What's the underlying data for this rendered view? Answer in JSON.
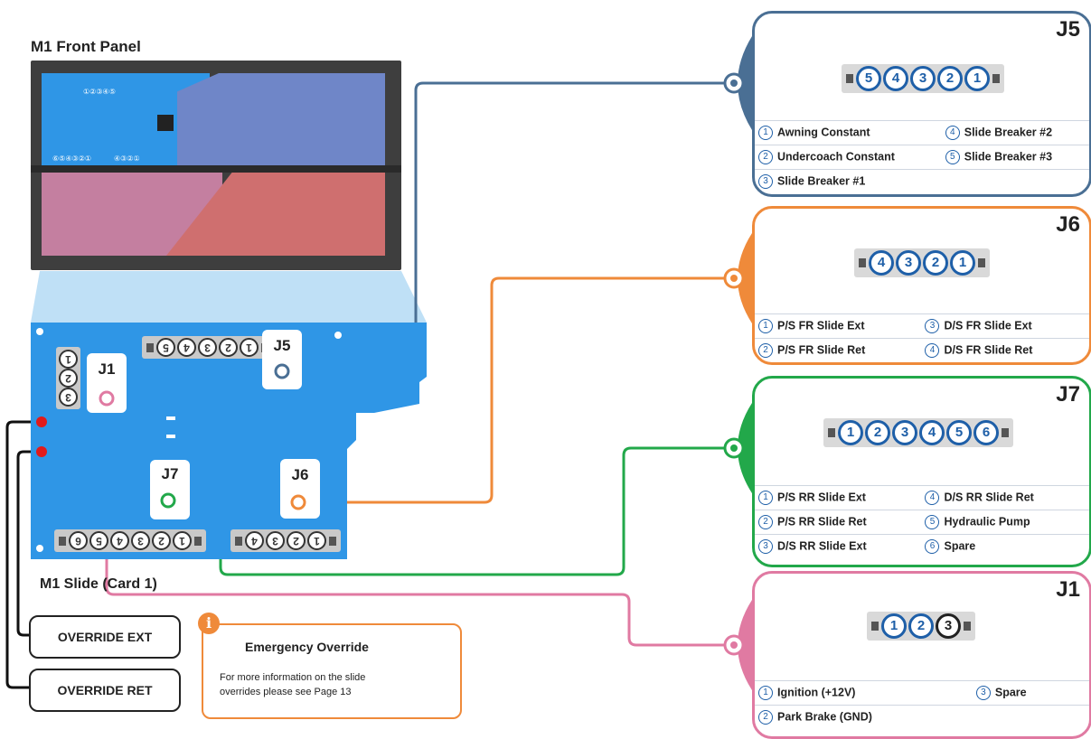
{
  "front_panel": {
    "title": "M1 Front Panel",
    "strip_a": "①②③④⑤",
    "strip_b": "⑥⑤④③②①",
    "strip_c": "④③②①"
  },
  "slide_card": {
    "title": "M1 Slide (Card 1)",
    "onboard": {
      "j5_pins": [
        "5",
        "4",
        "3",
        "2",
        "1"
      ],
      "j1_pins": [
        "1",
        "2",
        "3"
      ],
      "j7_pins": [
        "6",
        "5",
        "4",
        "3",
        "2",
        "1"
      ],
      "j6_pins": [
        "4",
        "3",
        "2",
        "1"
      ]
    },
    "labels": {
      "j1": "J1",
      "j5": "J5",
      "j7": "J7",
      "j6": "J6"
    }
  },
  "panels": {
    "j5": {
      "title": "J5",
      "pins": [
        "5",
        "4",
        "3",
        "2",
        "1"
      ],
      "rows": [
        [
          "1",
          "Awning Constant",
          "4",
          "Slide Breaker #2"
        ],
        [
          "2",
          "Undercoach Constant",
          "5",
          "Slide Breaker #3"
        ],
        [
          "3",
          "Slide Breaker #1",
          "",
          ""
        ]
      ]
    },
    "j6": {
      "title": "J6",
      "pins": [
        "4",
        "3",
        "2",
        "1"
      ],
      "rows": [
        [
          "1",
          "P/S FR Slide Ext",
          "3",
          "D/S FR Slide Ext"
        ],
        [
          "2",
          "P/S FR Slide Ret",
          "4",
          "D/S FR Slide Ret"
        ]
      ]
    },
    "j7": {
      "title": "J7",
      "pins": [
        "1",
        "2",
        "3",
        "4",
        "5",
        "6"
      ],
      "rows": [
        [
          "1",
          "P/S RR Slide Ext",
          "4",
          "D/S RR Slide Ret"
        ],
        [
          "2",
          "P/S RR Slide Ret",
          "5",
          "Hydraulic Pump"
        ],
        [
          "3",
          "D/S RR Slide Ext",
          "6",
          "Spare"
        ]
      ]
    },
    "j1": {
      "title": "J1",
      "pins": [
        "1",
        "2",
        "3"
      ],
      "rows": [
        [
          "1",
          "Ignition (+12V)",
          "3",
          "Spare"
        ],
        [
          "2",
          "Park Brake (GND)",
          "",
          ""
        ]
      ]
    }
  },
  "overrides": {
    "ext": "OVERRIDE EXT",
    "ret": "OVERRIDE RET"
  },
  "info": {
    "icon": "info-icon",
    "title": "Emergency Override",
    "body_line1": "For more information on the slide",
    "body_line2": "overrides please see Page 13"
  },
  "colors": {
    "j5": "#4a6f94",
    "j6": "#ef8a3a",
    "j7": "#22a84a",
    "j1": "#e07aa2",
    "card": "#2f96e6",
    "pin_ring": "#1e5fa8"
  }
}
